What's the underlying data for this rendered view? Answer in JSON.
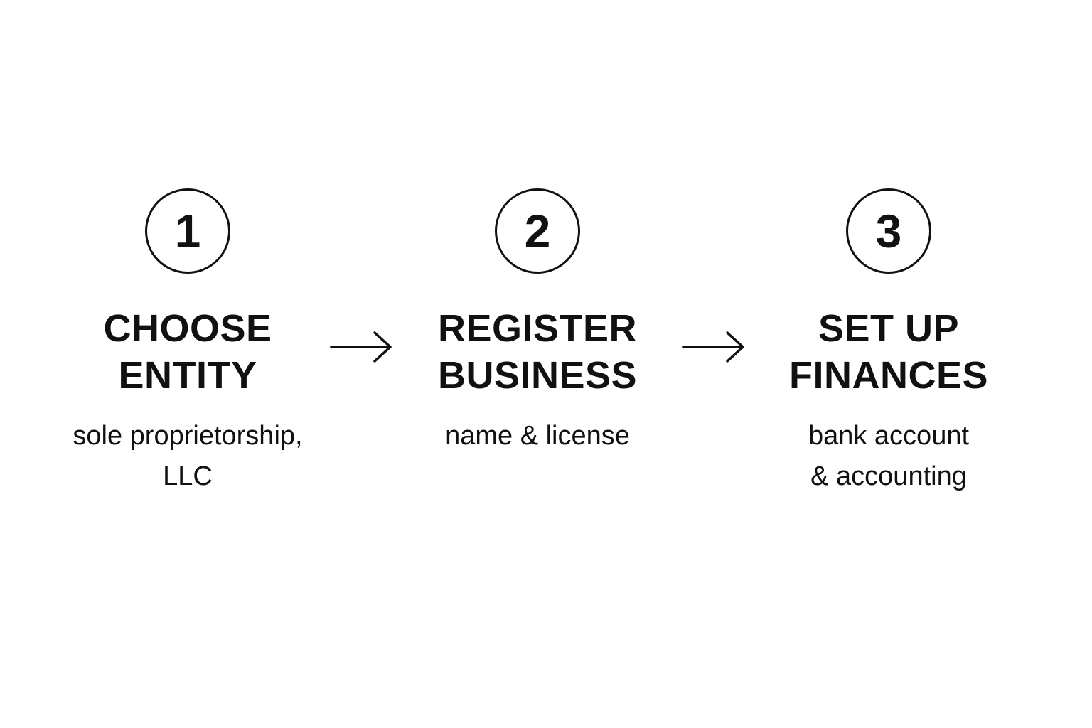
{
  "steps": [
    {
      "number": "1",
      "title_lines": [
        "CHOOSE",
        "ENTITY"
      ],
      "desc_lines": [
        "sole proprietorship,",
        "LLC"
      ]
    },
    {
      "number": "2",
      "title_lines": [
        "REGISTER",
        "BUSINESS"
      ],
      "desc_lines": [
        "name & license"
      ]
    },
    {
      "number": "3",
      "title_lines": [
        "SET UP",
        "FINANCES"
      ],
      "desc_lines": [
        "bank account",
        "& accounting"
      ]
    }
  ],
  "icons": {
    "connector": "arrow-right-icon"
  },
  "colors": {
    "background": "#ffffff",
    "foreground": "#111111"
  }
}
